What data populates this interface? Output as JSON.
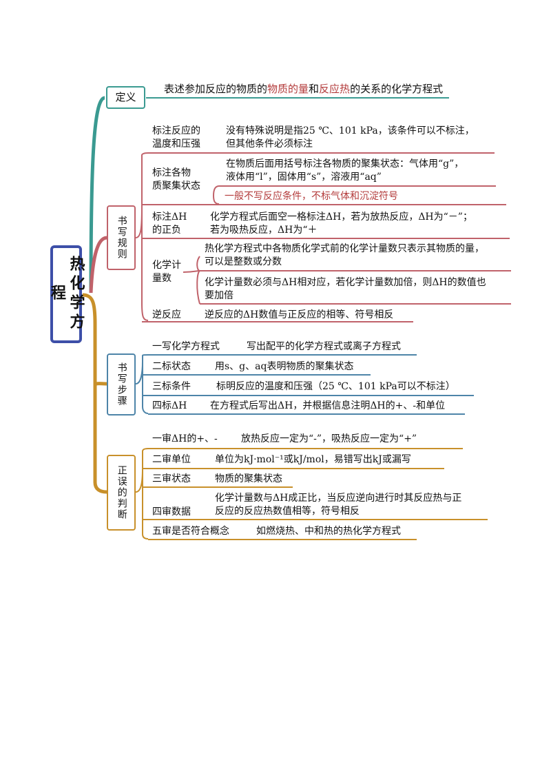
{
  "root": "热化学方程",
  "definition": {
    "label": "定义",
    "text_parts": [
      "表述参加反应的物质的",
      "物质的量",
      "和",
      "反应热",
      "的关系的化学方程式"
    ]
  },
  "writing_rules": {
    "label": "书写规则",
    "items": [
      {
        "label": [
          "标注反应的",
          "温度和压强"
        ],
        "text": [
          "没有特殊说明是指25 ℃、101 kPa，该条件可以不标注，",
          "但其他条件必须标注"
        ]
      },
      {
        "label": [
          "标注各物",
          "质聚集状态"
        ],
        "text": [
          "在物质后面用括号标注各物质的聚集状态：气体用“g”，",
          "液体用“l”，固体用“s”，溶液用“aq”"
        ],
        "note": "一般不写反应条件，不标气体和沉淀符号"
      },
      {
        "label": [
          "标注ΔH",
          "的正负"
        ],
        "text": [
          "化学方程式后面空一格标注ΔH，若为放热反应，ΔH为“－”；",
          "若为吸热反应，ΔH为“＋"
        ]
      },
      {
        "label": [
          "化学计",
          "量数"
        ],
        "text": [
          "热化学方程式中各物质化学式前的化学计量数只表示其物质的量，",
          "可以是整数或分数"
        ],
        "text2": [
          "化学计量数必须与ΔH相对应，若化学计量数加倍，则ΔH的数值也",
          "要加倍"
        ]
      },
      {
        "label": [
          "逆反应"
        ],
        "text": [
          "逆反应的ΔH数值与正反应的相等、符号相反"
        ]
      }
    ]
  },
  "writing_steps": {
    "label": "书写步骤",
    "items": [
      {
        "label": "一写化学方程式",
        "text": "写出配平的化学方程式或离子方程式"
      },
      {
        "label": "二标状态",
        "text": "用s、g、aq表明物质的聚集状态"
      },
      {
        "label": "三标条件",
        "text": "标明反应的温度和压强（25 ℃、101 kPa可以不标注）"
      },
      {
        "label": "四标ΔH",
        "text": "在方程式后写出ΔH，并根据信息注明ΔH的+、-和单位"
      }
    ]
  },
  "judgment": {
    "label": "正误的判断",
    "items": [
      {
        "label": "一审ΔH的+、-",
        "text": [
          "放热反应一定为“-”，吸热反应一定为“+”"
        ]
      },
      {
        "label": "二审单位",
        "text": [
          "单位为kJ·mol⁻¹或kJ/mol，易错写出kJ或漏写"
        ]
      },
      {
        "label": "三审状态",
        "text": [
          "物质的聚集状态"
        ]
      },
      {
        "label": "四审数据",
        "text": [
          "化学计量数与ΔH成正比，当反应逆向进行时其反应热与正",
          "反应的反应热数值相等，符号相反"
        ]
      },
      {
        "label": "五审是否符合概念",
        "text": [
          "如燃烧热、中和热的热化学方程式"
        ]
      }
    ]
  },
  "colors": {
    "root_border": "#3d4fa8",
    "teal": "#3a9a91",
    "red": "#c0626a",
    "blue": "#4d84a8",
    "gold": "#c8902a",
    "highlight": "#b33b3b"
  }
}
